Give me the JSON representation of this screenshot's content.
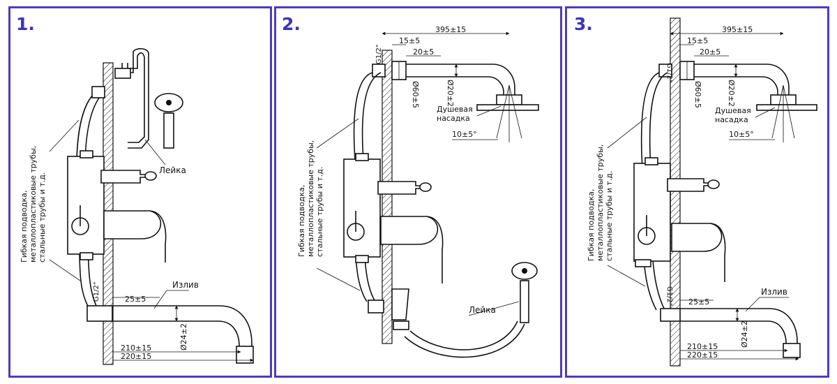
{
  "panels": [
    {
      "number": "1.",
      "hose_label": [
        "Гибкая подводка,",
        "металлопластиковые трубы,",
        "стальные трубы и т.д."
      ],
      "handset_label": "Лейка",
      "spout_label": "Излив",
      "thread": "G1/2\"",
      "dim_25": "25±5",
      "dim_d24": "Ø24±2",
      "dim_210": "210±15",
      "dim_220": "220±15"
    },
    {
      "number": "2.",
      "hose_label": [
        "Гибкая подводка,",
        "металлопластиковые трубы,",
        "стальные трубы и т.д."
      ],
      "handset_label": "Лейка",
      "thread": "G1/2\"",
      "dim_395": "395±15",
      "dim_15": "15±5",
      "dim_20": "20±5",
      "dim_d60": "Ø60±5",
      "dim_d20": "Ø20±2",
      "shower_label": [
        "Душевая",
        "насадка"
      ],
      "angle": "10±5°"
    },
    {
      "number": "3.",
      "hose_label": [
        "Гибкая подводка,",
        "металлопластиковые трубы,",
        "стальные трубы и т.д."
      ],
      "thread_top": "G1/2\"",
      "thread_bottom": "G1/2\"",
      "dim_395": "395±15",
      "dim_15": "15±5",
      "dim_20": "20±5",
      "dim_d60": "Ø60±5",
      "dim_d20": "Ø20±2",
      "shower_label": [
        "Душевая",
        "насадка"
      ],
      "angle": "10±5°",
      "spout_label": "Излив",
      "dim_25": "25±5",
      "dim_d24": "Ø24±2",
      "dim_210": "210±15",
      "dim_220": "220±15"
    }
  ]
}
